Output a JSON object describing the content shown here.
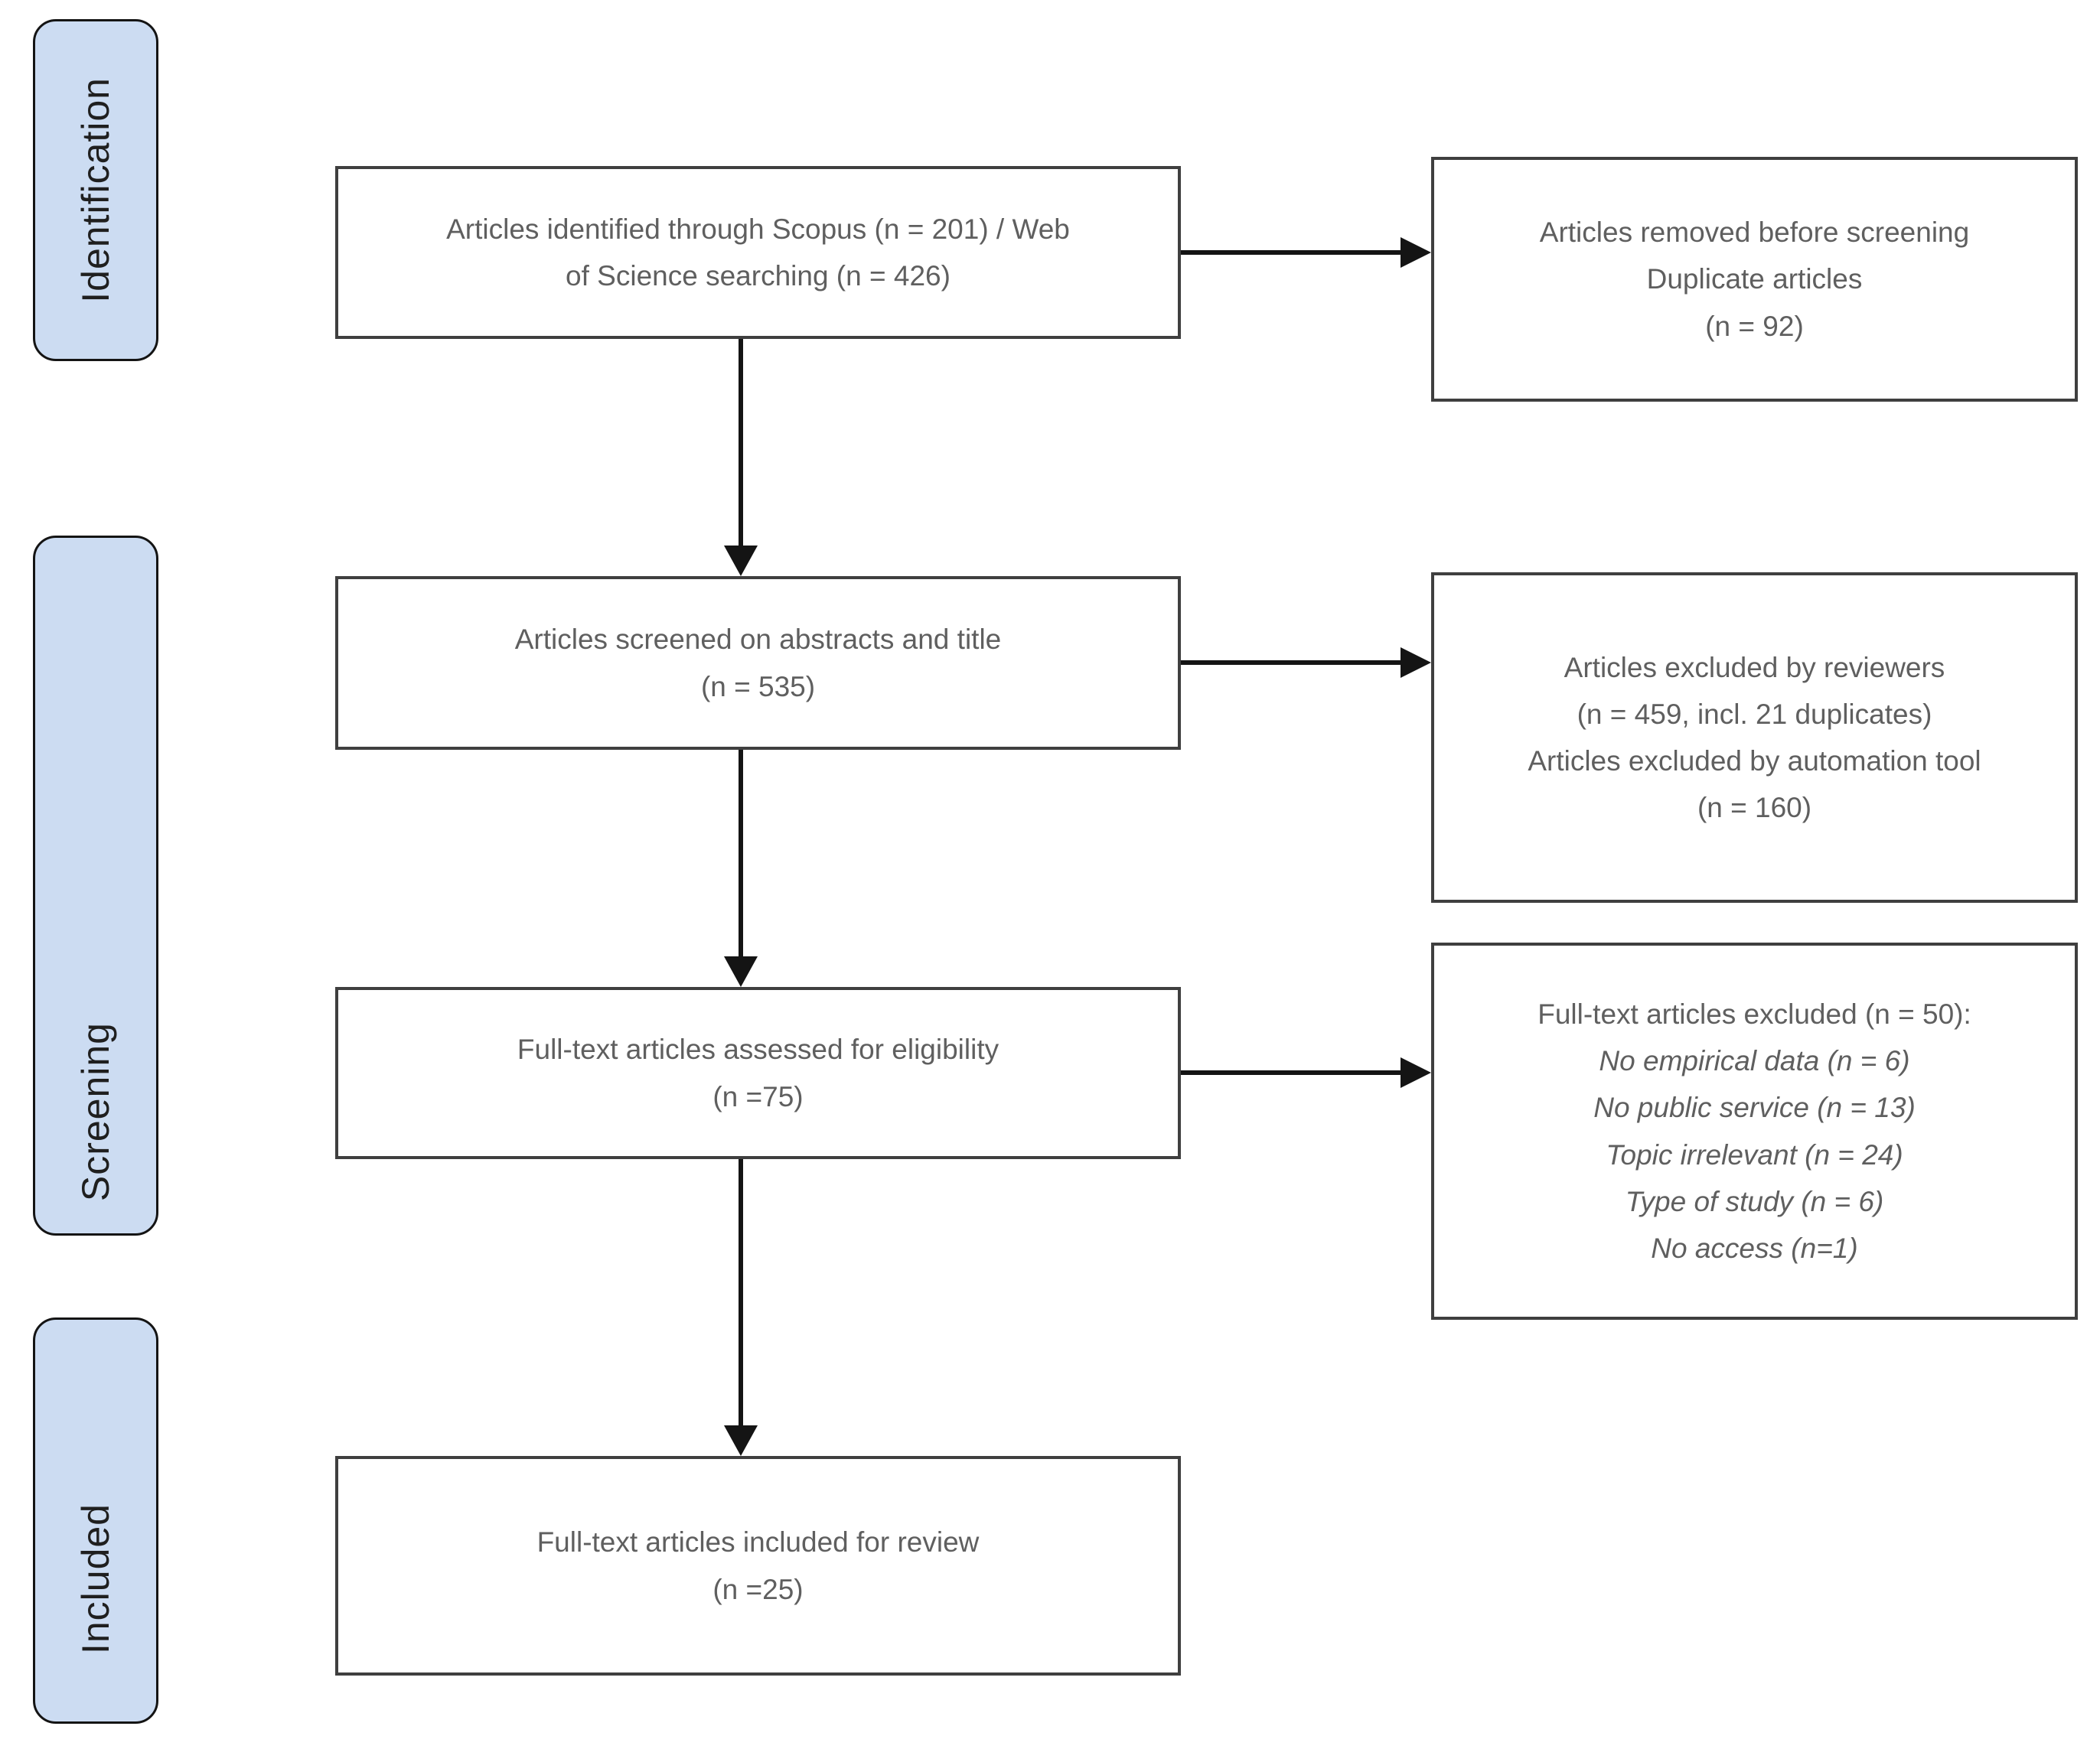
{
  "diagram": {
    "type": "prisma-flow",
    "stages": [
      {
        "label": "Identification"
      },
      {
        "label": "Screening"
      },
      {
        "label": "Included"
      }
    ],
    "main_boxes": [
      {
        "id": "identified",
        "lines": [
          "Articles identified through Scopus (n = 201) / Web",
          "of Science searching (n = 426)"
        ]
      },
      {
        "id": "screened",
        "lines": [
          "Articles screened on abstracts and title",
          "(n = 535)"
        ]
      },
      {
        "id": "eligibility",
        "lines": [
          "Full-text articles assessed for eligibility",
          "(n =75)"
        ]
      },
      {
        "id": "included",
        "lines": [
          "Full-text articles included for review",
          "(n =25)"
        ]
      }
    ],
    "side_boxes": [
      {
        "id": "removed-before-screening",
        "lines": [
          "Articles removed before screening",
          "Duplicate articles",
          "(n = 92)"
        ]
      },
      {
        "id": "excluded-screening",
        "lines": [
          "Articles excluded by reviewers",
          "(n = 459, incl. 21 duplicates)",
          "Articles excluded by automation tool",
          "(n = 160)"
        ]
      },
      {
        "id": "fulltext-excluded",
        "lines": [
          {
            "text": "Full-text articles excluded (n = 50):"
          },
          {
            "text": "No empirical data (n = 6)",
            "italic": true
          },
          {
            "text": "No public service (n = 13)",
            "italic": true
          },
          {
            "text": "Topic irrelevant (n = 24)",
            "italic": true
          },
          {
            "text": "Type of study (n = 6)",
            "italic": true
          },
          {
            "text": "No access (n=1)",
            "italic": true
          }
        ]
      }
    ],
    "colors": {
      "stage_fill": "#ccdcf2",
      "stage_border": "#141414",
      "box_border": "#3f3f3f",
      "box_text": "#5f5f5f",
      "arrow": "#141414"
    }
  }
}
